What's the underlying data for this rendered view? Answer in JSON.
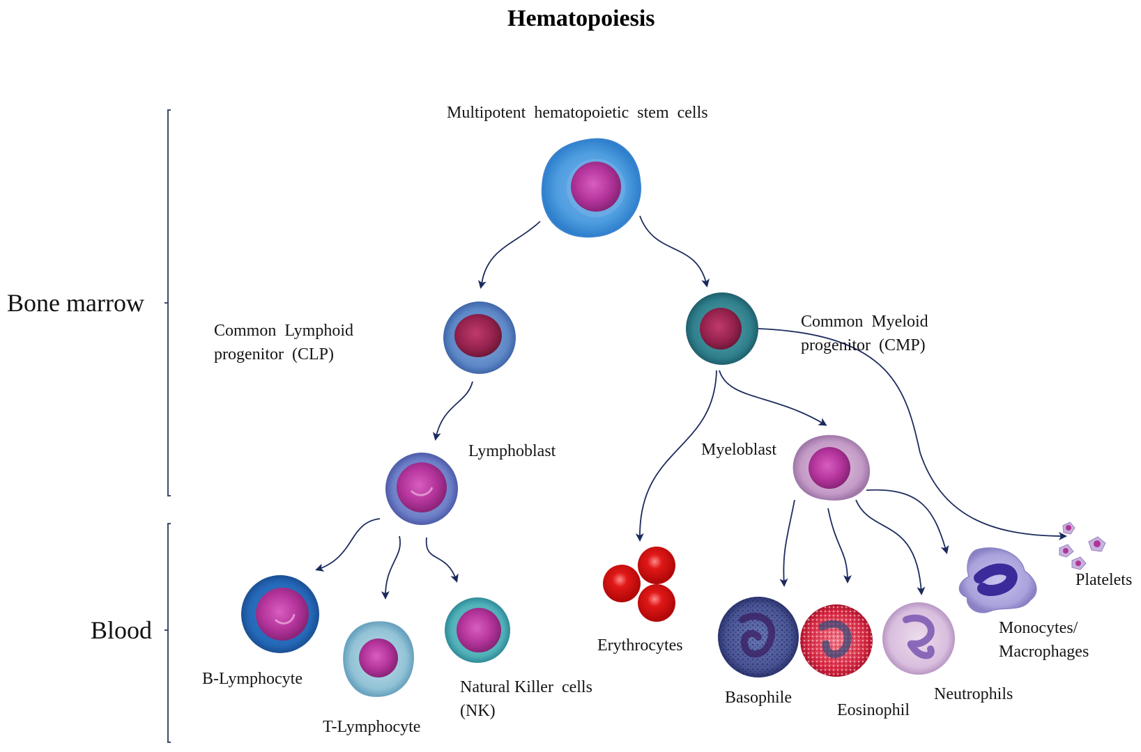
{
  "title": "Hematopoiesis",
  "regions": {
    "bone_marrow": "Bone marrow",
    "blood": "Blood"
  },
  "labels": {
    "stem_cells": "Multipotent  hematopoietic  stem  cells",
    "clp_line1": "Common  Lymphoid",
    "clp_line2": "progenitor  (CLP)",
    "cmp_line1": "Common  Myeloid",
    "cmp_line2": "progenitor  (CMP)",
    "lymphoblast": "Lymphoblast",
    "myeloblast": "Myeloblast",
    "b_lymphocyte": "B-Lymphocyte",
    "t_lymphocyte": "T-Lymphocyte",
    "nk_line1": "Natural Killer  cells",
    "nk_line2": "(NK)",
    "erythrocytes": "Erythrocytes",
    "basophile": "Basophile",
    "eosinophil": "Eosinophil",
    "neutrophils": "Neutrophils",
    "mono_line1": "Monocytes/",
    "mono_line2": "Macrophages",
    "platelets": "Platelets"
  },
  "colors": {
    "arrow": "#1b2a5c",
    "bracket": "#3a4a6a"
  },
  "icons": [
    "stem-cell-icon",
    "clp-cell-icon",
    "cmp-cell-icon",
    "lymphoblast-cell-icon",
    "myeloblast-cell-icon",
    "b-lymphocyte-cell-icon",
    "t-lymphocyte-cell-icon",
    "nk-cell-icon",
    "erythrocyte-cell-icon",
    "basophil-cell-icon",
    "eosinophil-cell-icon",
    "neutrophil-cell-icon",
    "monocyte-macrophage-cell-icon",
    "platelet-icon"
  ]
}
